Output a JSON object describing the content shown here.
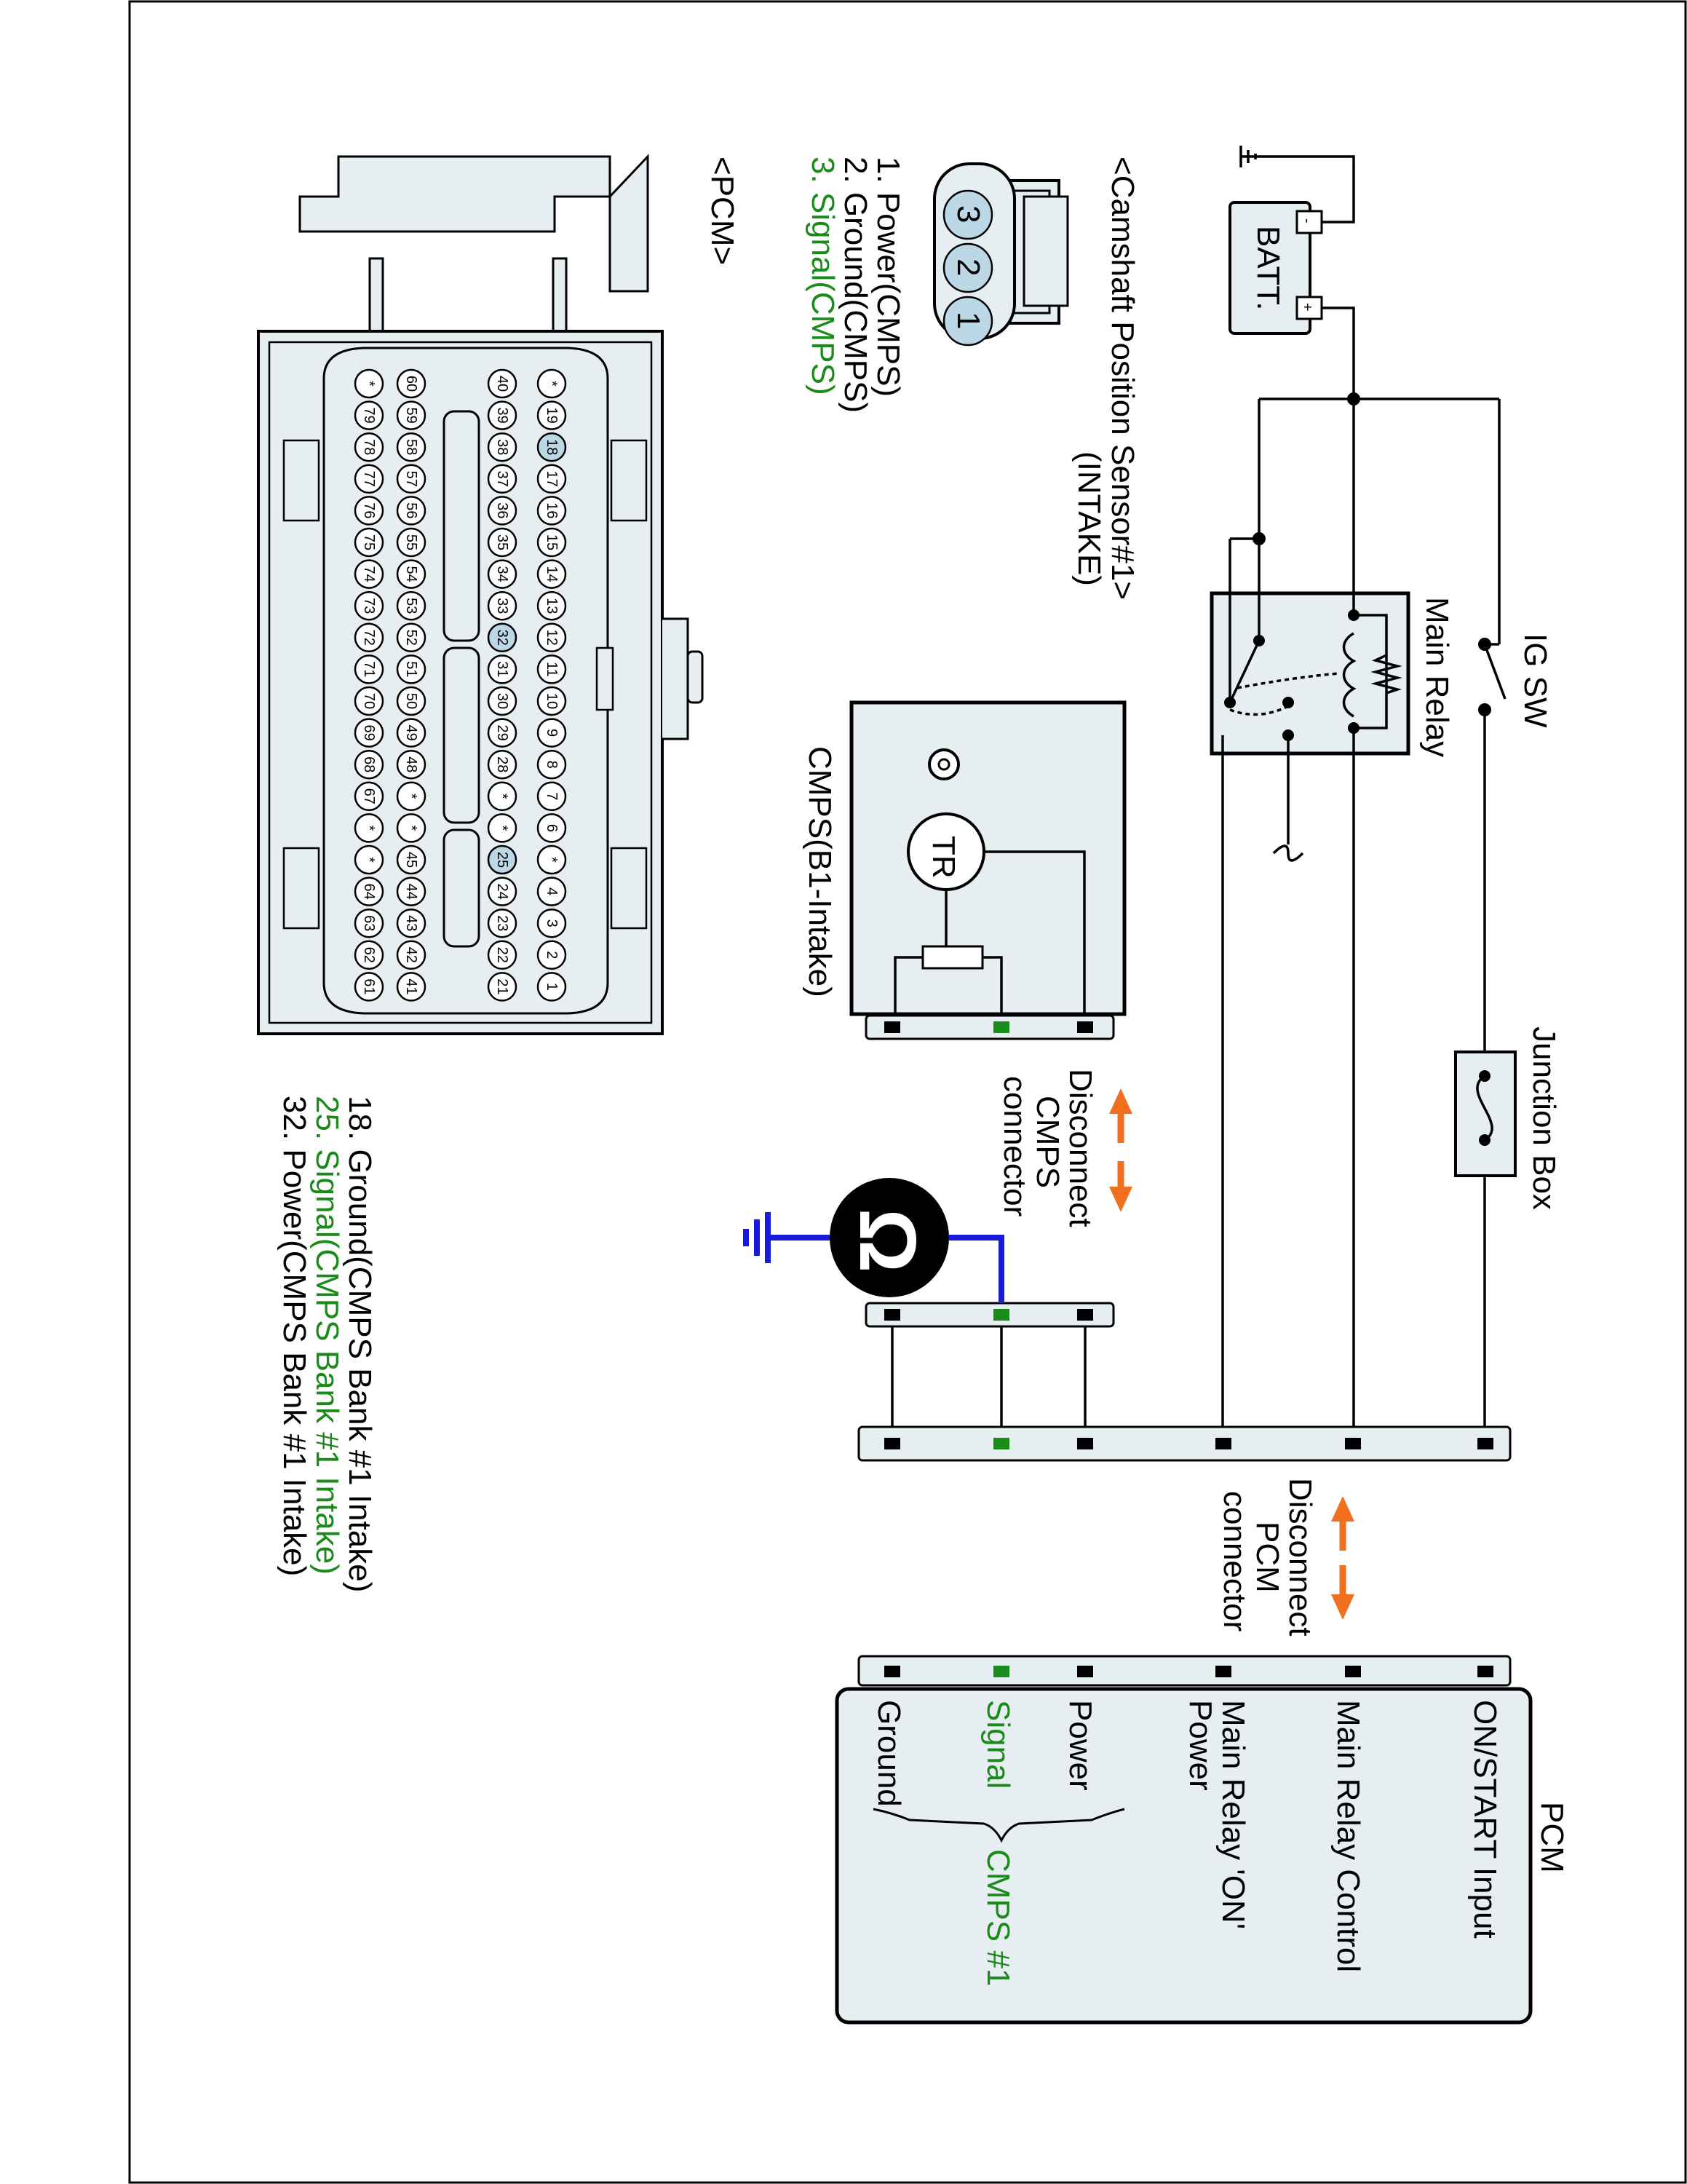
{
  "battery": {
    "label": "BATT.",
    "minus": "-",
    "plus": "+"
  },
  "ig_switch": {
    "label": "IG SW"
  },
  "main_relay": {
    "label": "Main Relay"
  },
  "junction_box": {
    "label": "Junction Box"
  },
  "cmps_sensor_title": {
    "line1": "<Camshaft Position Sensor#1>",
    "line2": "(INTAKE)"
  },
  "cmps_pins": [
    {
      "number": "3",
      "label": "3. Signal(CMPS)",
      "signal": true
    },
    {
      "number": "2",
      "label": "2. Ground(CMPS)",
      "signal": false
    },
    {
      "number": "1",
      "label": "1. Power(CMPS)",
      "signal": false
    }
  ],
  "cmps_box": {
    "label": "CMPS(B1-Intake)",
    "transistor": "TR"
  },
  "disconnect_cmps": {
    "line1": "Disconnect",
    "line2": "CMPS",
    "line3": "connector"
  },
  "disconnect_pcm": {
    "line1": "Disconnect",
    "line2": "PCM",
    "line3": "connector"
  },
  "ohmmeter": {
    "symbol": "Ω"
  },
  "pcm_connector_title": {
    "label": "<PCM>"
  },
  "pcm_pin_rows": [
    [
      "*",
      "19",
      "18",
      "17",
      "16",
      "15",
      "14",
      "13",
      "12",
      "11",
      "10",
      "9",
      "8",
      "7",
      "6",
      "*",
      "4",
      "3",
      "2",
      "1"
    ],
    [
      "40",
      "39",
      "38",
      "37",
      "36",
      "35",
      "34",
      "33",
      "32",
      "31",
      "30",
      "29",
      "28",
      "*",
      "*",
      "25",
      "24",
      "23",
      "22",
      "21"
    ],
    [
      "60",
      "59",
      "58",
      "57",
      "56",
      "55",
      "54",
      "53",
      "52",
      "51",
      "50",
      "49",
      "48",
      "*",
      "*",
      "45",
      "44",
      "43",
      "42",
      "41"
    ],
    [
      "*",
      "79",
      "78",
      "77",
      "76",
      "75",
      "74",
      "73",
      "72",
      "71",
      "70",
      "69",
      "68",
      "67",
      "*",
      "*",
      "64",
      "63",
      "62",
      "61"
    ]
  ],
  "pcm_highlight_pins": [
    "18",
    "32",
    "25"
  ],
  "pcm_pin_notes": [
    {
      "label": "18. Ground(CMPS Bank #1 Intake)",
      "signal": false
    },
    {
      "label": "25. Signal(CMPS Bank #1 Intake)",
      "signal": true
    },
    {
      "label": "32. Power(CMPS Bank #1 Intake)",
      "signal": false
    }
  ],
  "pcm_box": {
    "title": "PCM",
    "inputs": {
      "on_start": "ON/START Input",
      "main_relay_control": "Main Relay Control",
      "main_relay_on_power_1": "Main Relay 'ON'",
      "main_relay_on_power_2": "Power",
      "power": "Power",
      "signal": "Signal",
      "ground": "Ground"
    },
    "group_label": "CMPS #1"
  },
  "colors": {
    "signal_green": "#1a8a1a",
    "arrow_orange": "#f07020",
    "meter_blue": "#1a1adc",
    "component_fill": "#e6eef2",
    "pin_highlight": "#bcd8e6"
  }
}
